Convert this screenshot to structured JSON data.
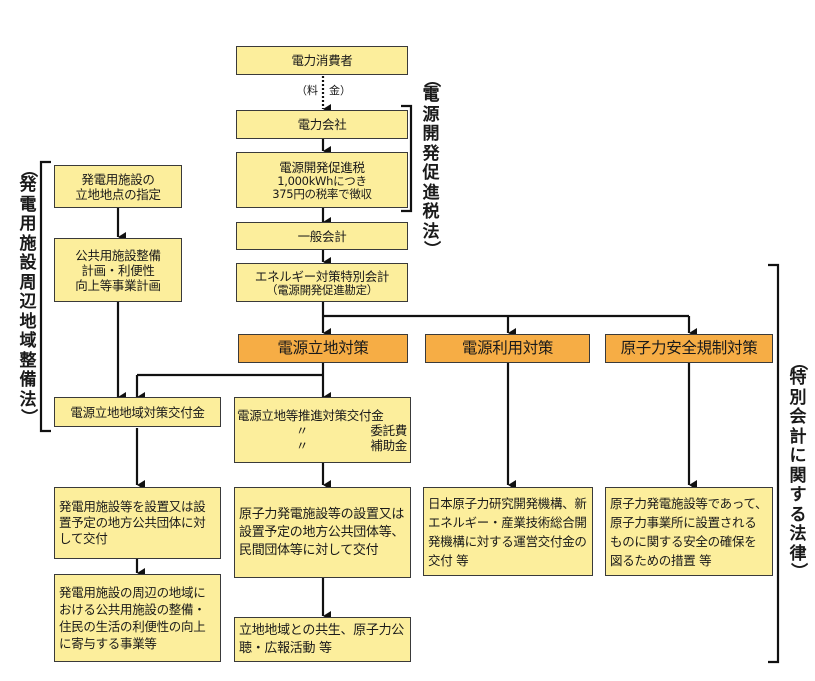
{
  "title": "電源開発促進税の仕組み",
  "top_chain": {
    "consumer": "電力消費者",
    "fee_label_open": "（料",
    "fee_label_close": "金）",
    "power_company": "電力会社",
    "tax_title": "電源開発促進税",
    "tax_line1": "1,000kWhにつき",
    "tax_line2": "375円の税率で徴収",
    "general_account": "一般会計",
    "special_account": "エネルギー対策特別会計",
    "special_account_sub": "（電源開発促進勘定）"
  },
  "law_labels": {
    "right_top": "（電源開発促進税法）",
    "left": "（発電用施設周辺地域整備法）",
    "right_bottom": "（特別会計に関する法律）"
  },
  "left_column": {
    "designation": [
      "発電用施設の",
      "立地地点の指定"
    ],
    "plan": [
      "公共用施設整備",
      "計画・利便性",
      "向上等事業計画"
    ],
    "grant": "電源立地地域対策交付金",
    "grant_target": "発電用施設等を設置又は設置予定の地方公共団体に対して交付",
    "projects": "発電用施設の周辺の地域における公共用施設の整備・住民の生活の利便性の向上に寄与する事業等"
  },
  "categories": [
    {
      "label": "電源立地対策"
    },
    {
      "label": "電源利用対策"
    },
    {
      "label": "原子力安全規制対策"
    }
  ],
  "siting_column": {
    "grant": "電源立地等推進対策交付金",
    "ditto": "〃",
    "consign": "委託費",
    "subsidy": "補助金",
    "target": "原子力発電施設等の設置又は設置予定の地方公共団体等、民間団体等に対して交付",
    "activities": "立地地域との共生、原子力公聴・広報活動 等"
  },
  "usage_column": {
    "desc": "日本原子力研究開発機構、新エネルギー・産業技術総合開発機構に対する運営交付金の交付 等"
  },
  "safety_column": {
    "desc": "原子力発電施設等であって、原子力事業所に設置されるものに関する安全の確保を図るための措置 等"
  },
  "colors": {
    "box_fill": "#fcee9c",
    "category_fill": "#f6ad45",
    "line": "#111111"
  }
}
